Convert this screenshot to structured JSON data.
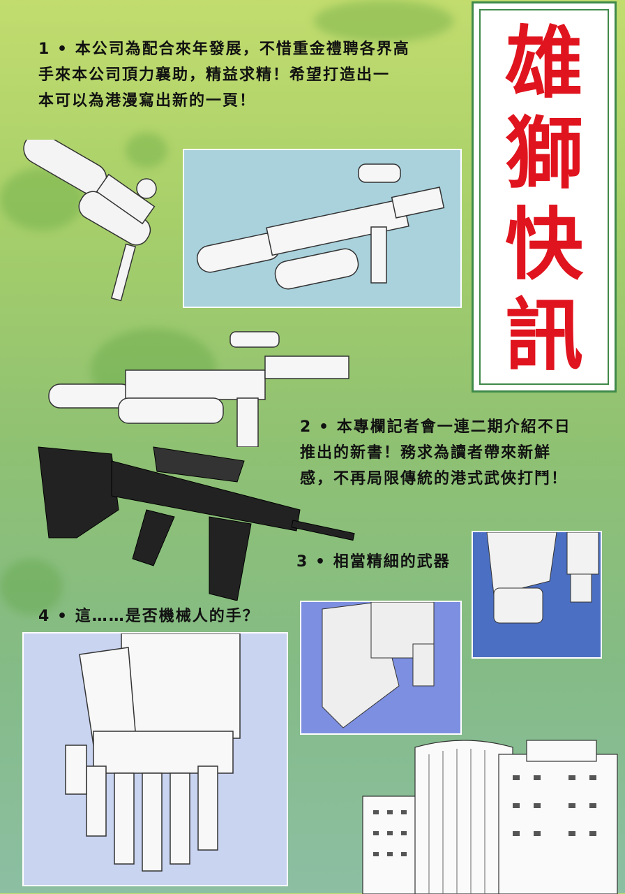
{
  "title": {
    "chars": [
      "雄",
      "獅",
      "快",
      "訊"
    ]
  },
  "items": [
    {
      "lines": [
        "1 • 本公司為配合來年發展，不惜重金禮聘各界高",
        "手來本公司頂力襄助，精益求精！希望打造出一",
        "本可以為港漫寫出新的一頁！"
      ]
    },
    {
      "lines": [
        "2 • 本專欄記者會一連二期介紹不日",
        "推出的新書！務求為讀者帶來新鮮",
        "感，不再局限傳統的港式武俠打鬥！"
      ]
    },
    {
      "lines": [
        "3 • 相當精細的武器"
      ]
    },
    {
      "lines": [
        "4 • 這……是否機械人的手？"
      ]
    }
  ],
  "colors": {
    "title_red": "#e0141e",
    "border_green": "#3f8a4a",
    "panel_cyan": "#a9d2dd",
    "panel_blue": "#4b6fc2",
    "panel_violet": "#7d8fe0",
    "panel_lavender": "#c9d4f1"
  }
}
